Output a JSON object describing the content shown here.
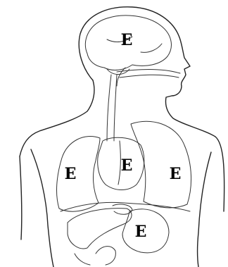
{
  "labels": {
    "brain": "E",
    "heart": "E",
    "left_lung": "E",
    "right_lung": "E",
    "stomach": "E"
  }
}
